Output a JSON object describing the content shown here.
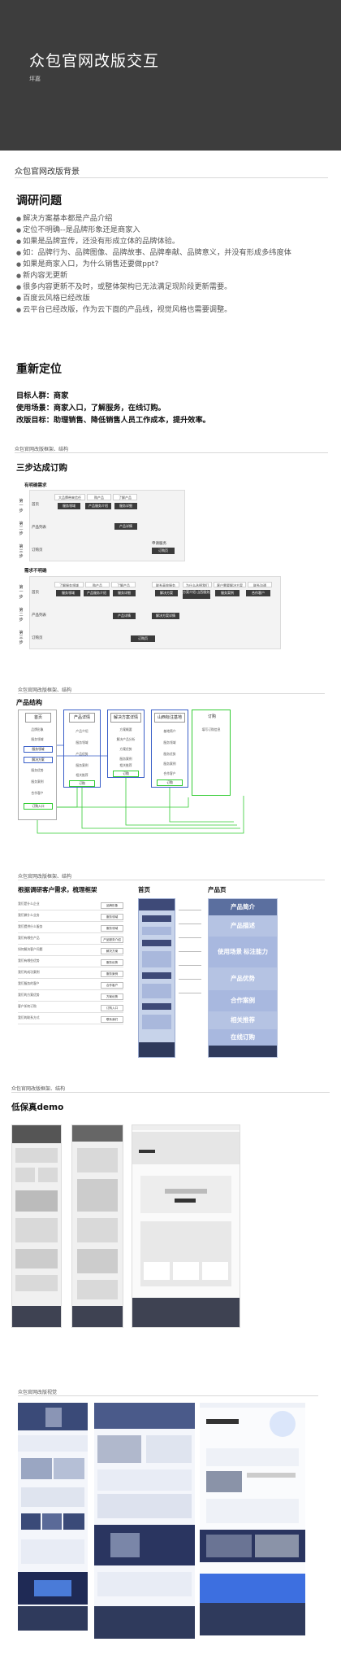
{
  "hero": {
    "title": "众包官网改版交互",
    "subtitle": "坪嘉"
  },
  "section1": {
    "title": "众包官网改版背景"
  },
  "research": {
    "title": "调研问题",
    "bullets": [
      "解决方案基本都是产品介绍",
      "定位不明确--是品牌形象还是商家入",
      "如果是品牌宣传，还没有形成立体的品牌体验。",
      "如：品牌行为、品牌图像、品牌故事、品牌奉献、品牌意义，并没有形成多纬度体",
      "如果是商家入口，为什么销售还要做ppt?",
      "新内容无更新",
      "很多内容更新不及时，或整体架构已无法满足现阶段更新需要。",
      "百度云风格已经改版",
      "云平台已经改版，作为云下面的产品线，视觉风格也需要调整。"
    ]
  },
  "repositioning": {
    "title": "重新定位",
    "lines": [
      "目标人群：商家",
      "使用场景：商家入口，了解服务，在线订购。",
      "改版目标：助理销售、降低销售人员工作成本，提升效率。"
    ]
  },
  "section2": {
    "header": "众包官网改版框架、结构",
    "title": "三步达成订购",
    "diagram1": {
      "title": "有明确需求",
      "steps": [
        "第一步",
        "第二步",
        "第三步"
      ],
      "row_labels": [
        "首页",
        "产品列表",
        "订购页"
      ],
      "top_labels": [
        "大品牌带来信任",
        "购产品",
        "了解产品"
      ],
      "dark_boxes": [
        "服务领域",
        "产品服务介绍",
        "服务详细",
        "产品详情",
        "订购页"
      ],
      "note": "申请服务"
    },
    "diagram2": {
      "title": "需求不明确",
      "steps": [
        "第一步",
        "第二步",
        "第三步"
      ],
      "row_labels": [
        "首页",
        "产品列表",
        "订购页"
      ],
      "top_labels": [
        "了解服务领域",
        "购产品",
        "了解产品",
        "联系高效服务",
        "为什么选择我们",
        "客户需要解决方案",
        "联系沟通"
      ],
      "dark_boxes": [
        "服务领域",
        "产品服务介绍",
        "服务详细",
        "解决方案",
        "方案介绍 山西服务案例",
        "服务案例",
        "合作客户",
        "产品详情",
        "解决方案详情",
        "订购页"
      ]
    }
  },
  "section3": {
    "header": "众包官网改版框架、结构",
    "title": "产品结构",
    "columns": [
      {
        "head": "首页",
        "items": [
          "品牌形象",
          "服务领域",
          "服务领域",
          "解决方案",
          "服务优势",
          "服务案例",
          "合作客户",
          "订购入口"
        ]
      },
      {
        "head": "产品详情",
        "items": [
          "产品介绍",
          "服务领域",
          "产品优势",
          "服务案例",
          "相关推荐"
        ],
        "action": "订购"
      },
      {
        "head": "解决方案详情",
        "items": [
          "方案概要",
          "解决产品分析",
          "方案优势",
          "服务案例",
          "相关推荐"
        ],
        "action": "订购"
      },
      {
        "head": "山西标注基地",
        "items": [
          "基地简介",
          "服务领域",
          "服务优势",
          "服务案例",
          "合作客户"
        ],
        "action": "订购"
      },
      {
        "head": "订购",
        "items": [
          "填写订购信息"
        ]
      }
    ]
  },
  "section4": {
    "header": "众包官网改版框架、结构",
    "title": "根据调研客户需求，梳理框架",
    "col_home": "首页",
    "col_product": "产品页",
    "requirements": [
      {
        "need": "我们是什么企业",
        "answer": "品牌形象"
      },
      {
        "need": "我们做什么业务",
        "answer": "服务领域"
      },
      {
        "need": "我们提供什么服务",
        "answer": "服务领域"
      },
      {
        "need": "我们有哪些产品",
        "answer": "产品服务介绍"
      },
      {
        "need": "如何解决客户问题",
        "answer": "解决方案"
      },
      {
        "need": "我们有哪些优势",
        "answer": "服务优势"
      },
      {
        "need": "我们的成功案例",
        "answer": "服务案例"
      },
      {
        "need": "我们服务的客户",
        "answer": "合作客户"
      },
      {
        "need": "我们的方案优势",
        "answer": "方案优势"
      },
      {
        "need": "客户如何订购",
        "answer": "订购入口"
      },
      {
        "need": "我们的联系方式",
        "answer": "联系我们"
      }
    ],
    "product_blocks": [
      "产品简介",
      "产品描述",
      "使用场景 标注能力",
      "产品优势",
      "合作案例",
      "相关推荐",
      "在线订购"
    ]
  },
  "section5": {
    "header": "众包官网改版框架、结构",
    "title": "低保真demo"
  },
  "section6": {
    "header": "众包官网改版视觉"
  },
  "colors": {
    "hero_bg": "#3d3d3d",
    "accent_blue": "#3a5fc8",
    "accent_green": "#33cc33",
    "navy": "#2f3a5c"
  }
}
